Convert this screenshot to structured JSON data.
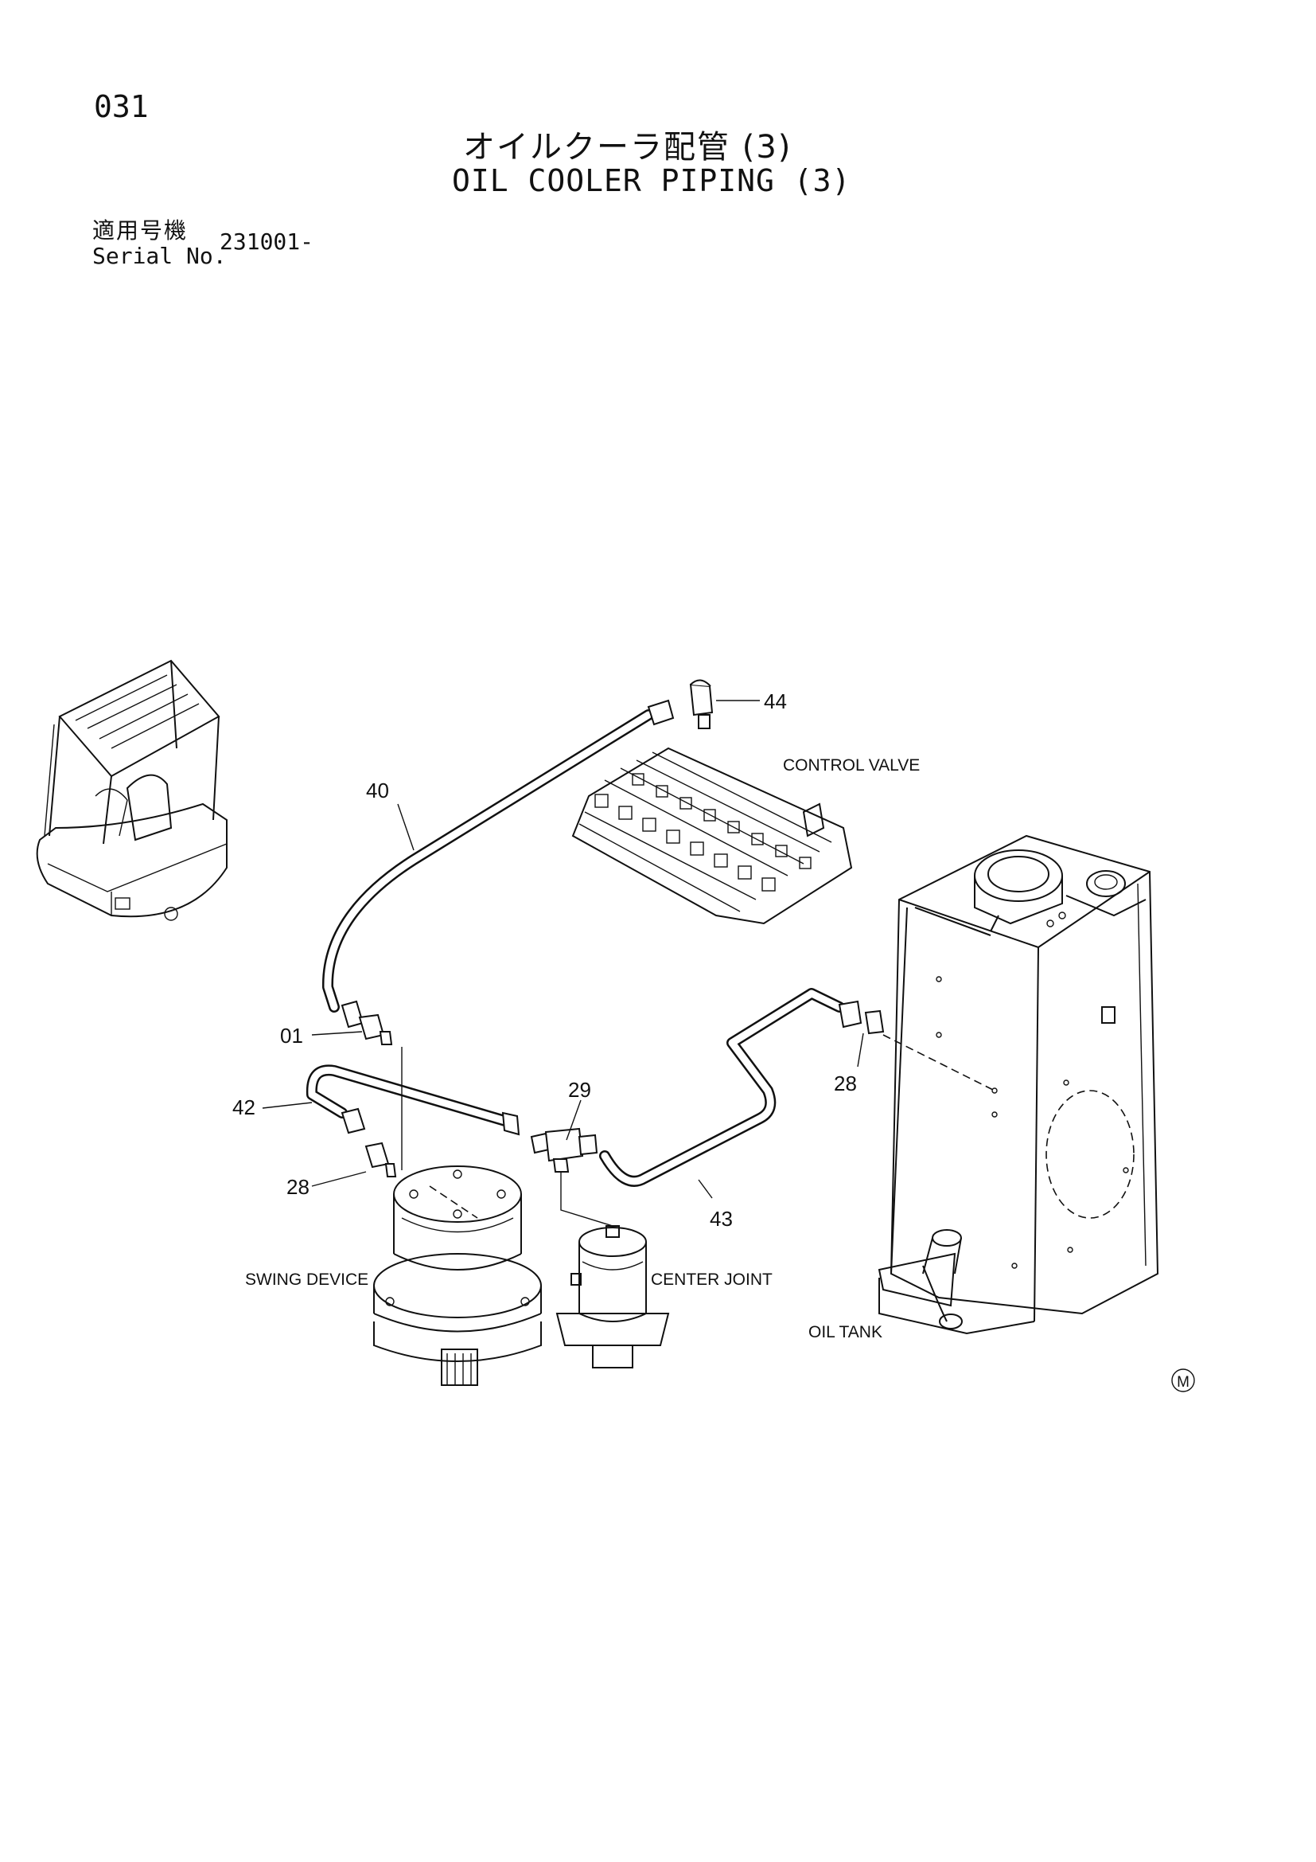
{
  "header": {
    "page_number": "031",
    "title_jp": "オイルクーラ配管 (3)",
    "title_en": "OIL COOLER PIPING (3)",
    "serial_label_jp": "適用号機",
    "serial_label_en": "Serial No.",
    "serial_value": "231001-"
  },
  "components": {
    "control_valve": "CONTROL VALVE",
    "swing_device": "SWING DEVICE",
    "center_joint": "CENTER JOINT",
    "oil_tank": "OIL TANK"
  },
  "callouts": {
    "c44": "44",
    "c40": "40",
    "c01": "01",
    "c42": "42",
    "c28a": "28",
    "c29": "29",
    "c43": "43",
    "c28b": "28"
  },
  "mark": "M"
}
